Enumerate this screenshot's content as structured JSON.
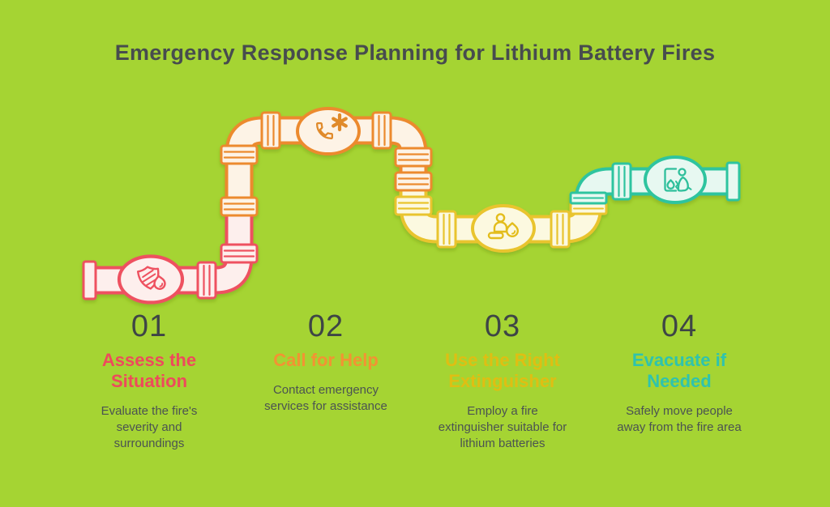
{
  "title": "Emergency Response Planning for Lithium Battery Fires",
  "palette": {
    "background": "#a5d433",
    "title_text": "#474c4e",
    "number_text": "#3e4546",
    "description_text": "#4b5352"
  },
  "pipeline": {
    "sections": [
      {
        "name": "section-1",
        "outline": "#ee5160",
        "fill": "#fdefed"
      },
      {
        "name": "section-2",
        "outline": "#ec8a2e",
        "fill": "#fdf3e6"
      },
      {
        "name": "section-3",
        "outline": "#e9c42f",
        "fill": "#fcf9e0"
      },
      {
        "name": "section-4",
        "outline": "#2fc49f",
        "fill": "#e7f8f1"
      }
    ]
  },
  "steps": [
    {
      "number": "01",
      "title": "Assess the Situation",
      "description": "Evaluate the fire's severity and surroundings",
      "accent": "#ee4a5c",
      "icon": "shield-fire-icon"
    },
    {
      "number": "02",
      "title": "Call for Help",
      "description": "Contact emergency services for assistance",
      "accent": "#f29333",
      "icon": "phone-emergency-icon"
    },
    {
      "number": "03",
      "title": "Use the Right Extinguisher",
      "description": "Employ a fire extinguisher suitable for lithium batteries",
      "accent": "#dfbe13",
      "icon": "person-fire-icon"
    },
    {
      "number": "04",
      "title": "Evacuate if Needed",
      "description": "Safely move people away from the fire area",
      "accent": "#2fc3ad",
      "icon": "evacuation-exit-icon"
    }
  ]
}
